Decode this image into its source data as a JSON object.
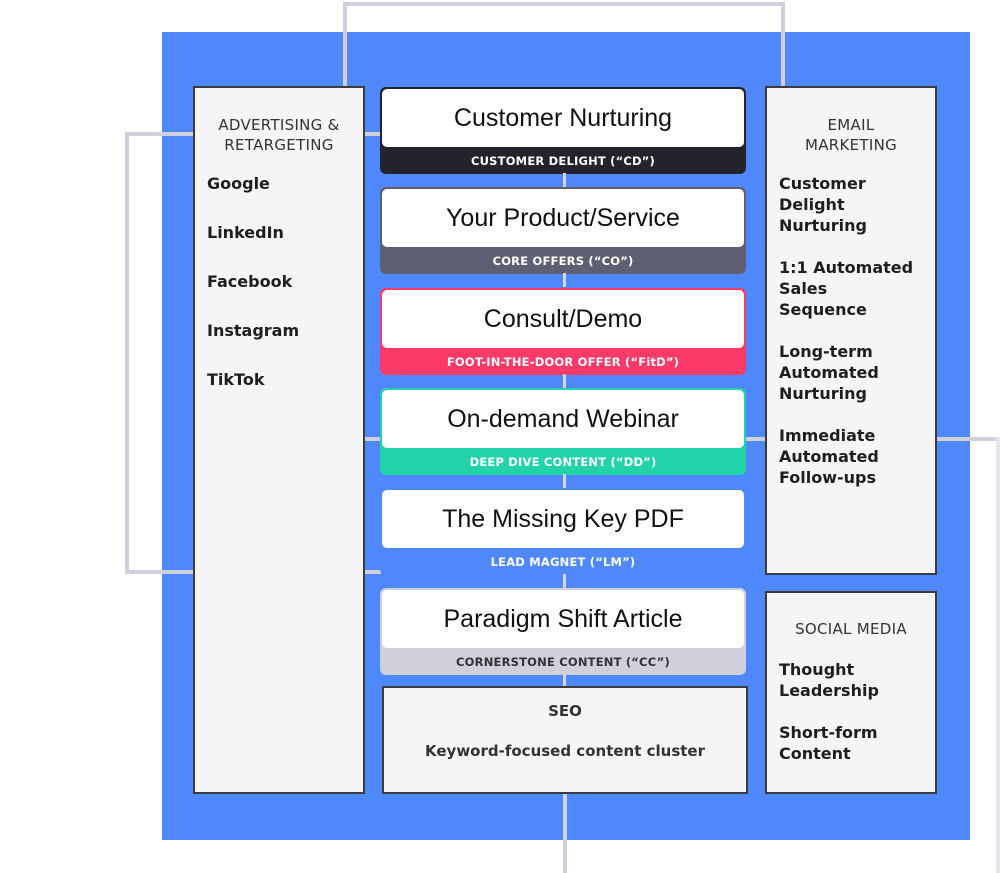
{
  "funnel": [
    {
      "title": "Customer Nurturing",
      "stage": "CUSTOMER DELIGHT (“CD”)",
      "band_color": "#23232b",
      "band_text_color": "#ffffff"
    },
    {
      "title": "Your Product/Service",
      "stage": "CORE OFFERS (“CO”)",
      "band_color": "#5e5f72",
      "band_text_color": "#ffffff"
    },
    {
      "title": "Consult/Demo",
      "stage": "FOOT-IN-THE-DOOR OFFER (“FitD”)",
      "band_color": "#fc3a68",
      "band_text_color": "#ffffff"
    },
    {
      "title": "On-demand Webinar",
      "stage": "DEEP DIVE CONTENT (“DD”)",
      "band_color": "#22d3aa",
      "band_text_color": "#ffffff"
    },
    {
      "title": "The Missing Key PDF",
      "stage": "LEAD MAGNET (“LM”)",
      "band_color": "#4f88fc",
      "band_text_color": "#ffffff"
    },
    {
      "title": "Paradigm Shift Article",
      "stage": "CORNERSTONE CONTENT (“CC”)",
      "band_color": "#cfd0dc",
      "band_text_color": "#333333"
    }
  ],
  "seo": {
    "title": "SEO",
    "text": "Keyword-focused content cluster"
  },
  "advertising": {
    "title": "ADVERTISING & RETARGETING",
    "items": [
      "Google",
      "LinkedIn",
      "Facebook",
      "Instagram",
      "TikTok"
    ]
  },
  "email": {
    "title": "EMAIL MARKETING",
    "items": [
      "Customer Delight Nurturing",
      "1:1 Automated Sales Sequence",
      "Long-term Automated Nurturing",
      "Immediate Automated Follow-ups"
    ]
  },
  "social": {
    "title": "SOCIAL MEDIA",
    "items": [
      "Thought Leadership",
      "Short-form Content"
    ]
  },
  "colors": {
    "background": "#4f88fc",
    "connector": "#cfd0dc",
    "panel": "#f5f5f5"
  }
}
